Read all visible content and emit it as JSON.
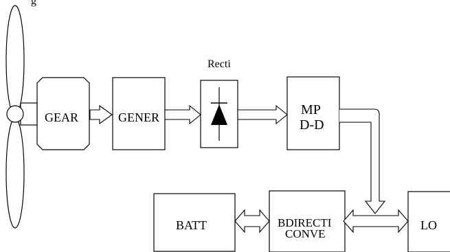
{
  "diagram": {
    "top_label": "g",
    "rectifier_label": "Recti",
    "blocks": {
      "gear": "GEAR",
      "generator": "GENER",
      "mppt_line1": "MP",
      "mppt_line2": "D-D",
      "battery": "BATT",
      "converter_line1": "BDIRECTI",
      "converter_line2": "CONVE",
      "load": "LO"
    }
  }
}
